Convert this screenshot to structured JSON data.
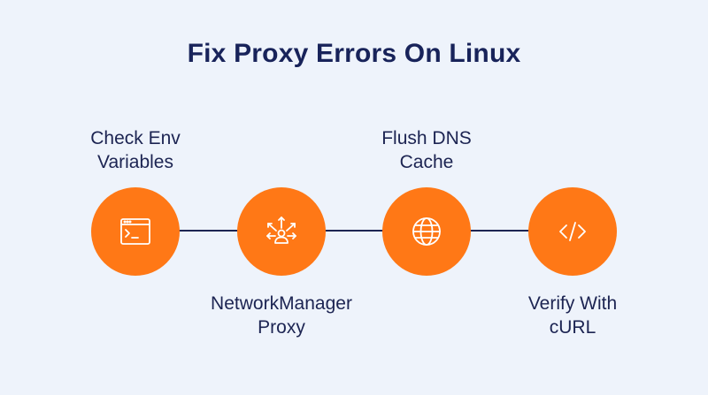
{
  "title": "Fix Proxy Errors On Linux",
  "colors": {
    "background": "#eef3fb",
    "accent": "#ff7816",
    "text": "#1c2452",
    "title": "#18235a"
  },
  "steps": [
    {
      "label_line1": "Check Env",
      "label_line2": "Variables",
      "label_position": "top",
      "icon": "terminal-window-icon"
    },
    {
      "label_line1": "NetworkManager",
      "label_line2": "Proxy",
      "label_position": "bottom",
      "icon": "user-network-arrows-icon"
    },
    {
      "label_line1": "Flush DNS",
      "label_line2": "Cache",
      "label_position": "top",
      "icon": "globe-icon"
    },
    {
      "label_line1": "Verify With",
      "label_line2": "cURL",
      "label_position": "bottom",
      "icon": "code-brackets-icon"
    }
  ]
}
